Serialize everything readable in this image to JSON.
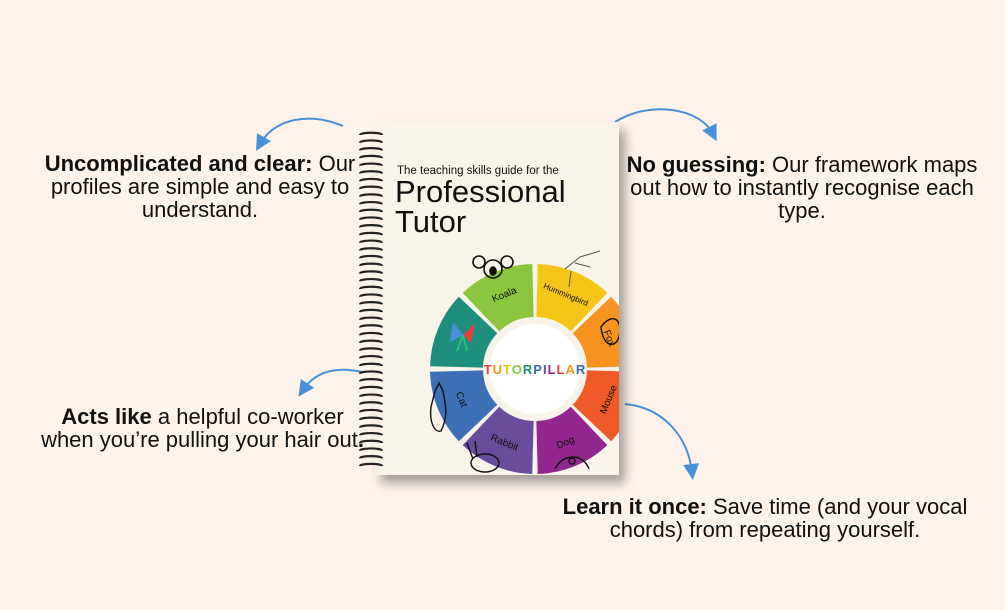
{
  "callouts": {
    "top_left": {
      "bold": "Uncomplicated and clear:",
      "text": " Our profiles are simple and easy to understand."
    },
    "top_right": {
      "bold": "No guessing:",
      "text": " Our framework maps out how to instantly recognise each type."
    },
    "bottom_left": {
      "bold": "Acts like",
      "text": " a helpful co-worker when you’re pulling your hair out",
      "end": "."
    },
    "bottom_right": {
      "bold": "Learn it once:",
      "text": " Save time (and your vocal chords) from repeating yourself."
    }
  },
  "book": {
    "subtitle": "The teaching skills guide for the",
    "title_line1": "Professional",
    "title_line2": "Tutor",
    "brand": "TUTORPILLAR",
    "segments": [
      "Koala",
      "Hummingbird",
      "Fox",
      "Mouse",
      "Dog",
      "Rabbit",
      "Cat"
    ]
  },
  "colors": {
    "background": "#fdf3ea",
    "arrow": "#4a90d9",
    "segments": [
      "#8cc63f",
      "#f5c518",
      "#f7931e",
      "#f05a28",
      "#93278f",
      "#6a4c9c",
      "#3c6fb5",
      "#1e8f7e"
    ]
  }
}
